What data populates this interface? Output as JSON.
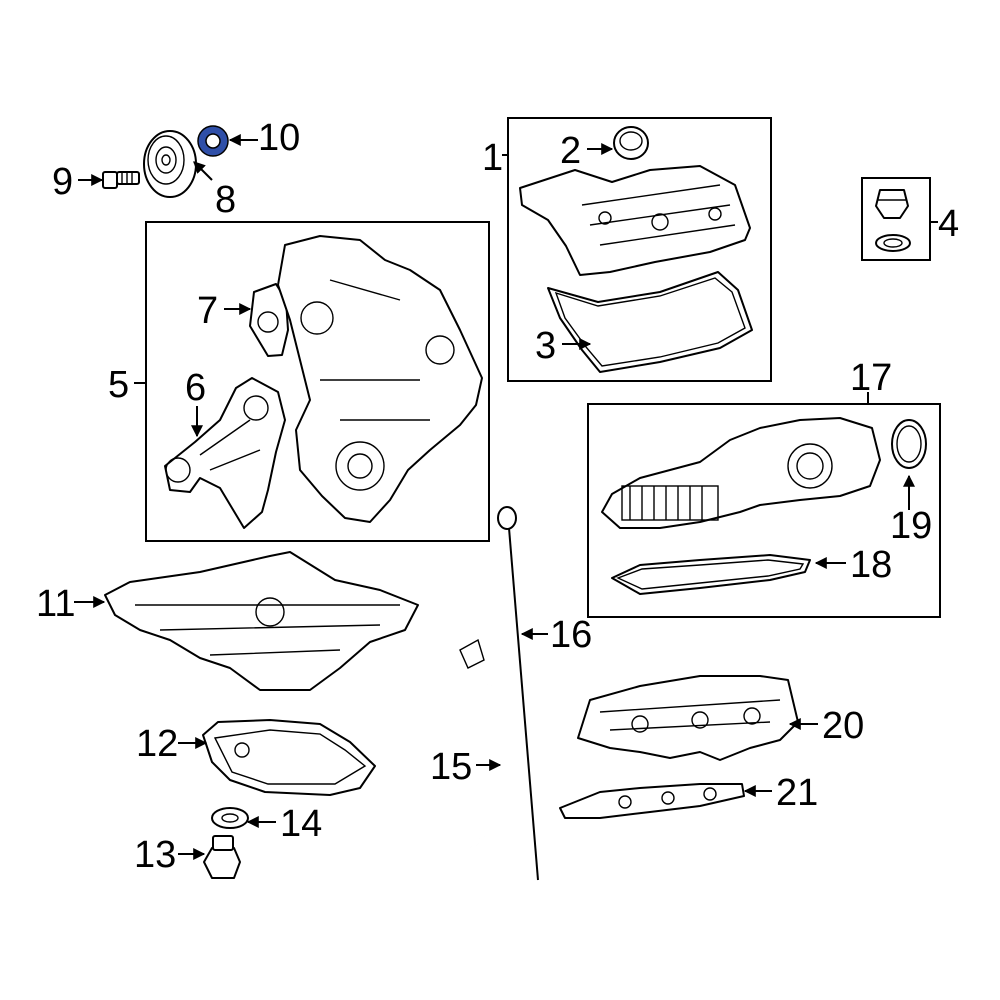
{
  "callouts": {
    "c1": "1",
    "c2": "2",
    "c3": "3",
    "c4": "4",
    "c5": "5",
    "c6": "6",
    "c7": "7",
    "c8": "8",
    "c9": "9",
    "c10": "10",
    "c11": "11",
    "c12": "12",
    "c13": "13",
    "c14": "14",
    "c15": "15",
    "c16": "16",
    "c17": "17",
    "c18": "18",
    "c19": "19",
    "c20": "20",
    "c21": "21"
  },
  "colors": {
    "highlight_part": "#2f4fa8",
    "line": "#000000",
    "background": "#ffffff"
  }
}
